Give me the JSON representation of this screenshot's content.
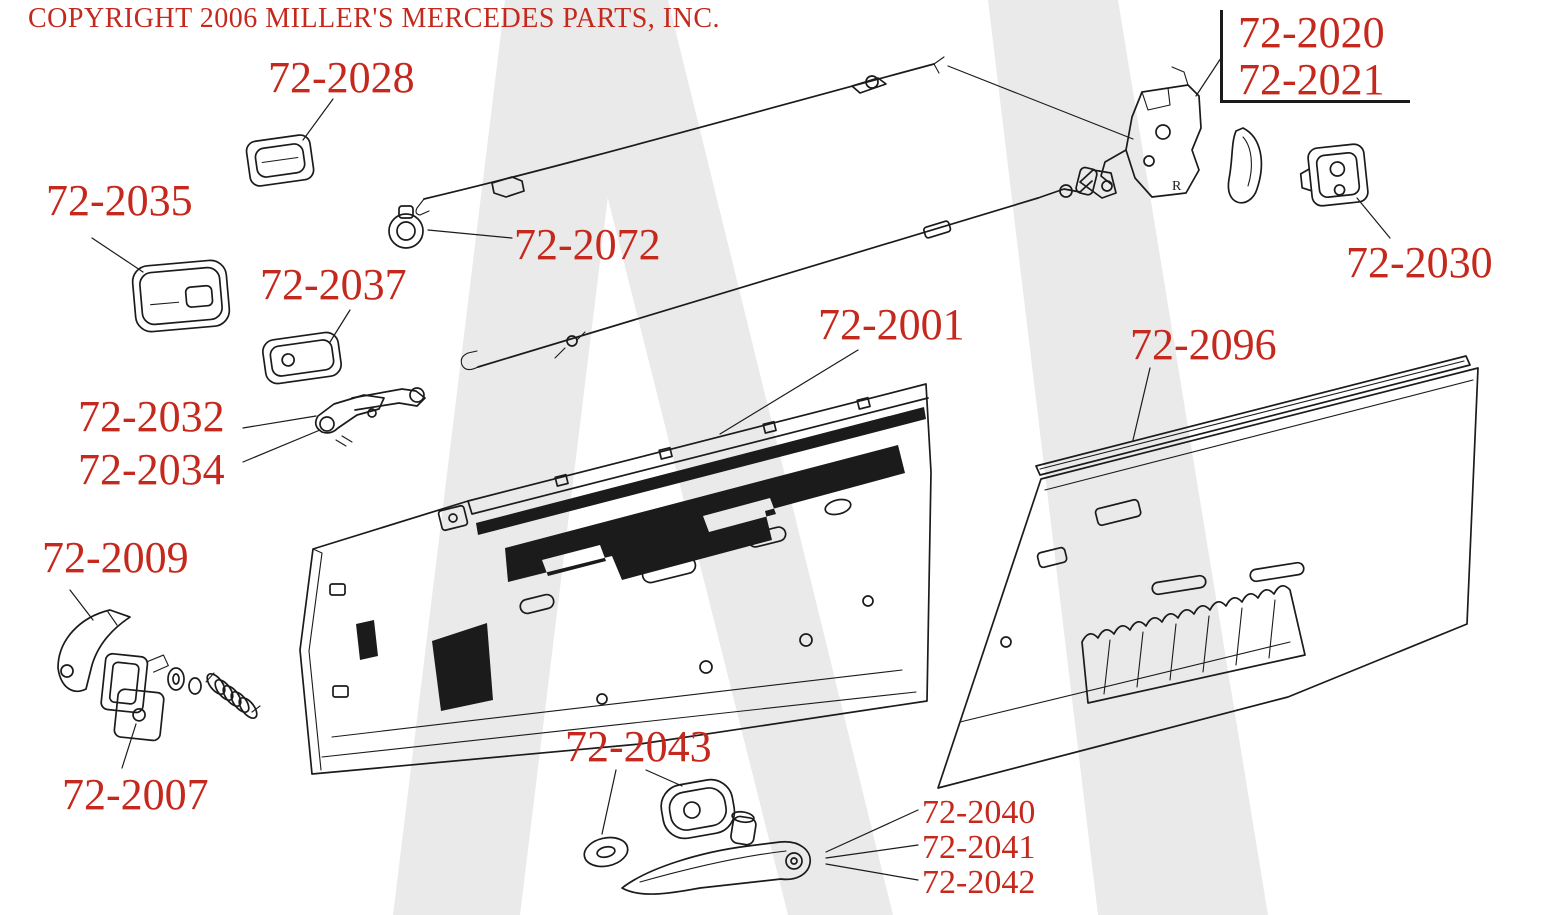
{
  "page": {
    "copyright": "COPYRIGHT 2006 MILLER'S MERCEDES PARTS, INC."
  },
  "colors": {
    "label_red": "#c5281c",
    "line_black": "#1b1b1b",
    "watermark_gray": "#eaeaea",
    "background": "#ffffff"
  },
  "labels": {
    "l2028": {
      "text": "72-2028"
    },
    "l2020": {
      "text": "72-2020"
    },
    "l2021": {
      "text": "72-2021"
    },
    "l2035": {
      "text": "72-2035"
    },
    "l2072": {
      "text": "72-2072"
    },
    "l2030": {
      "text": "72-2030"
    },
    "l2037": {
      "text": "72-2037"
    },
    "l2001": {
      "text": "72-2001"
    },
    "l2096": {
      "text": "72-2096"
    },
    "l2032": {
      "text": "72-2032"
    },
    "l2034": {
      "text": "72-2034"
    },
    "l2009": {
      "text": "72-2009"
    },
    "l2007": {
      "text": "72-2007"
    },
    "l2043": {
      "text": "72-2043"
    },
    "l2040": {
      "text": "72-2040"
    },
    "l2041": {
      "text": "72-2041"
    },
    "l2042": {
      "text": "72-2042"
    }
  },
  "diagram": {
    "lock_marking": "R"
  }
}
